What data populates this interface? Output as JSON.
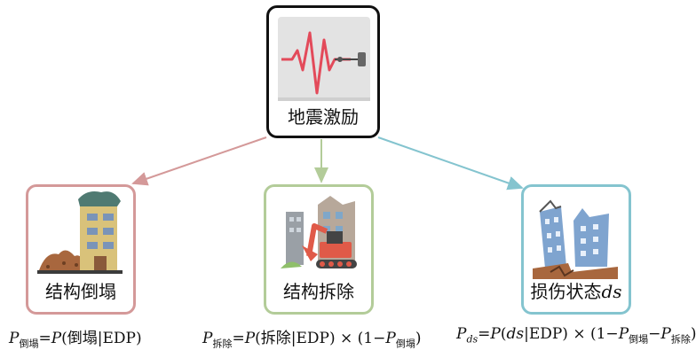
{
  "nodes": {
    "top": {
      "label": "地震激励",
      "icon": "seismograph-icon"
    },
    "left": {
      "label": "结构倒塌",
      "icon": "collapsed-building-icon",
      "border_color": "#d49999"
    },
    "middle": {
      "label": "结构拆除",
      "icon": "demolition-excavator-icon",
      "border_color": "#b3cc99"
    },
    "right": {
      "label": "损伤状态ds",
      "label_text": "损伤状态",
      "label_var": "ds",
      "icon": "damaged-buildings-icon",
      "border_color": "#84c4cf"
    }
  },
  "formulas": {
    "left": {
      "p": "P",
      "sub": "倒塌",
      "eq": "=",
      "p2": "P",
      "body": "(倒塌|EDP)"
    },
    "middle": {
      "p": "P",
      "sub": "拆除",
      "eq": "=",
      "p2": "P",
      "body": "(拆除|EDP) × (1−",
      "p3": "P",
      "sub3": "倒塌",
      "close": ")"
    },
    "right": {
      "p": "P",
      "sub": "ds",
      "eq": "=",
      "p2": "P",
      "open": "(",
      "ds": "ds",
      "body": "|EDP) × (1−",
      "p3": "P",
      "sub3": "倒塌",
      "minus": "−",
      "p4": "P",
      "sub4": "拆除",
      "close": ")"
    }
  },
  "arrow_colors": {
    "left": "#d49999",
    "middle": "#b3cc99",
    "right": "#84c4cf"
  }
}
